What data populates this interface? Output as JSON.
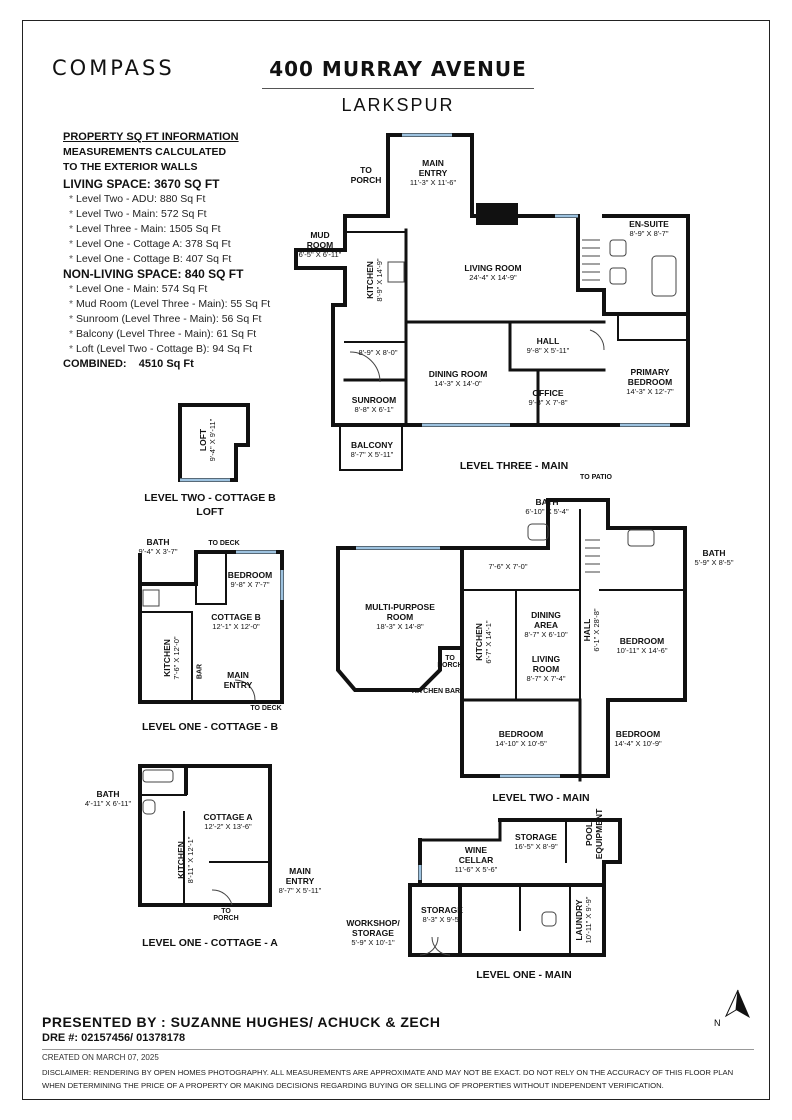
{
  "header": {
    "brand": "COMPASS",
    "address": "400 MURRAY AVENUE",
    "city": "LARKSPUR"
  },
  "sqft": {
    "heading": "PROPERTY SQ FT INFORMATION",
    "note1": "MEASUREMENTS CALCULATED",
    "note2": "TO THE EXTERIOR WALLS",
    "living_title": "LIVING SPACE: 3670 SQ FT",
    "living": [
      "Level Two - ADU:   880 Sq Ft",
      "Level Two - Main:   572 Sq Ft",
      "Level Three - Main:   1505 Sq Ft",
      "Level One - Cottage A:   378 Sq Ft",
      "Level One - Cottage B:   407 Sq Ft"
    ],
    "nonliving_title": "NON-LIVING SPACE: 840 SQ FT",
    "nonliving": [
      "Level One - Main:   574 Sq Ft",
      "Mud Room (Level Three - Main):   55 Sq Ft",
      "Sunroom (Level Three - Main):   56 Sq Ft",
      "Balcony (Level Three - Main):   61 Sq Ft",
      "Loft (Level Two - Cottage B):   94 Sq Ft"
    ],
    "combined_label": "COMBINED:",
    "combined_value": "4510  Sq Ft"
  },
  "levels": {
    "three_main": "LEVEL THREE - MAIN",
    "two_main": "LEVEL TWO - MAIN",
    "one_main": "LEVEL ONE - MAIN",
    "two_cottage_b": "LEVEL TWO - COTTAGE B",
    "loft": "LOFT",
    "one_cottage_b": "LEVEL ONE - COTTAGE - B",
    "one_cottage_a": "LEVEL ONE - COTTAGE - A"
  },
  "rooms": {
    "main_entry": {
      "name": "MAIN\nENTRY",
      "dim": "11'-3\" X 11'-6\""
    },
    "to_porch_top": "TO\nPORCH",
    "mud_room": {
      "name": "MUD\nROOM",
      "dim": "6'-5\" X 6'-11\""
    },
    "kitchen3": {
      "name": "KITCHEN",
      "dim": "8'-9\" X 14'-9\""
    },
    "hall_small": {
      "dim": "8'-9\" X 8'-0\""
    },
    "living_room": {
      "name": "LIVING ROOM",
      "dim": "24'-4\" X 14'-9\""
    },
    "en_suite": {
      "name": "EN-SUITE",
      "dim": "8'-9\" X 8'-7\""
    },
    "hall3": {
      "name": "HALL",
      "dim": "9'-8\" X 5'-11\""
    },
    "primary": {
      "name": "PRIMARY\nBEDROOM",
      "dim": "14'-3\" X 12'-7\""
    },
    "dining3": {
      "name": "DINING ROOM",
      "dim": "14'-3\" X 14'-0\""
    },
    "office": {
      "name": "OFFICE",
      "dim": "9'-8\" X 7'-8\""
    },
    "sunroom": {
      "name": "SUNROOM",
      "dim": "8'-8\" X 6'-1\""
    },
    "balcony": {
      "name": "BALCONY",
      "dim": "8'-7\" X 5'-11\""
    },
    "loft": {
      "name": "LOFT",
      "dim": "9'-4\" X 9'-11\""
    },
    "bath_cb": {
      "name": "BATH",
      "dim": "9'-4\" X 3'-7\""
    },
    "to_deck_top": "TO DECK",
    "bedroom_cb": {
      "name": "BEDROOM",
      "dim": "9'-8\" X 7'-7\""
    },
    "cottage_b": {
      "name": "COTTAGE B",
      "dim": "12'-1\" X 12'-0\""
    },
    "kitchen_cb": {
      "name": "KITCHEN",
      "dim": "7'-6\" X 12'-0\""
    },
    "main_entry_cb": {
      "name": "MAIN\nENTRY"
    },
    "to_deck_bottom": "TO DECK",
    "bar": "BAR",
    "bath_ca": {
      "name": "BATH",
      "dim": "4'-11\" X 6'-11\""
    },
    "cottage_a": {
      "name": "COTTAGE A",
      "dim": "12'-2\" X 13'-6\""
    },
    "kitchen_ca": {
      "name": "KITCHEN",
      "dim": "8'-11\" X 12'-1\""
    },
    "main_entry_ca": {
      "name": "MAIN\nENTRY",
      "dim": "8'-7\" X 5'-11\""
    },
    "to_porch_ca": "TO\nPORCH",
    "multi": {
      "name": "MULTI-PURPOSE\nROOM",
      "dim": "18'-3\" X 14'-8\""
    },
    "bath2a": {
      "name": "BATH",
      "dim": "6'-10\" X 5'-4\""
    },
    "to_patio": "TO PATIO",
    "cl2": {
      "dim": "7'-6\" X 7'-0\""
    },
    "bath2b": {
      "name": "BATH",
      "dim": "5'-9\" X 8'-5\""
    },
    "dining_area": {
      "name": "DINING\nAREA",
      "dim": "8'-7\" X 6'-10\""
    },
    "kitchen2": {
      "name": "KITCHEN",
      "dim": "6'-7\" X 14'-1\""
    },
    "living2": {
      "name": "LIVING\nROOM",
      "dim": "8'-7\" X 7'-4\""
    },
    "hall2": {
      "name": "HALL",
      "dim": "6'-1\" X 28'-8\""
    },
    "bedroom2a": {
      "name": "BEDROOM",
      "dim": "10'-11\" X 14'-6\""
    },
    "to_porch2": "TO\nPORCH",
    "kitchen_bar": "KITCHEN BAR",
    "bedroom2b": {
      "name": "BEDROOM",
      "dim": "14'-10\" X 10'-5\""
    },
    "bedroom2c": {
      "name": "BEDROOM",
      "dim": "14'-4\" X 10'-9\""
    },
    "storage1a": {
      "name": "STORAGE",
      "dim": "16'-5\" X 8'-9\""
    },
    "pool": {
      "name": "POOL\nEQUIPMENT"
    },
    "wine": {
      "name": "WINE\nCELLAR",
      "dim": "11'-6\" X 5'-6\""
    },
    "storage1b": {
      "name": "STORAGE",
      "dim": "8'-3\" X 9'-5\""
    },
    "workshop": {
      "name": "WORKSHOP/\nSTORAGE",
      "dim": "5'-9\" X 10'-1\""
    },
    "laundry": {
      "name": "LAUNDRY",
      "dim": "10'-11\" X 9'-9\""
    }
  },
  "footer": {
    "presented": "PRESENTED BY : SUZANNE HUGHES/ ACHUCK & ZECH",
    "dre": "DRE #: 02157456/ 01378178",
    "created": "CREATED ON MARCH 07, 2025",
    "disclaimer": "DISCLAIMER: RENDERING BY OPEN HOMES PHOTOGRAPHY. ALL MEASUREMENTS ARE APPROXIMATE AND MAY NOT BE EXACT. DO NOT RELY ON THE ACCURACY OF THIS FLOOR PLAN WHEN DETERMINING THE PRICE OF A PROPERTY OR MAKING DECISIONS REGARDING BUYING OR SELLING OF PROPERTIES WITHOUT INDEPENDENT VERIFICATION."
  },
  "north_label": "N"
}
